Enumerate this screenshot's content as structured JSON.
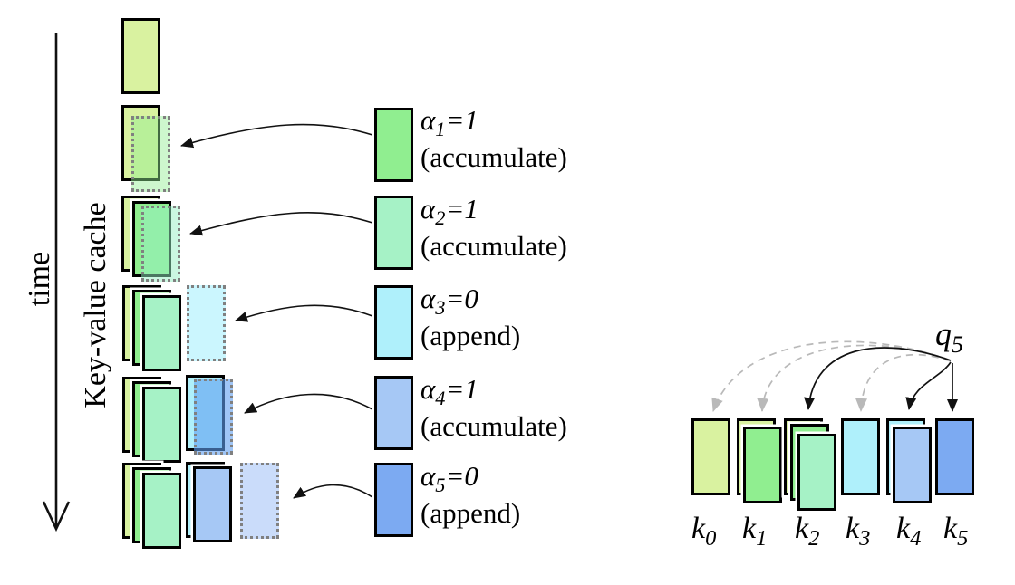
{
  "left": {
    "time_label": "time",
    "cache_label": "Key-value cache"
  },
  "steps": [
    {
      "sym": "α",
      "sub": "1",
      "eq": "=1",
      "mode": "(accumulate)"
    },
    {
      "sym": "α",
      "sub": "2",
      "eq": "=1",
      "mode": "(accumulate)"
    },
    {
      "sym": "α",
      "sub": "3",
      "eq": "=0",
      "mode": "(append)"
    },
    {
      "sym": "α",
      "sub": "4",
      "eq": "=1",
      "mode": "(accumulate)"
    },
    {
      "sym": "α",
      "sub": "5",
      "eq": "=0",
      "mode": "(append)"
    }
  ],
  "query": {
    "sym": "q",
    "sub": "5"
  },
  "keys": [
    {
      "sym": "k",
      "sub": "0"
    },
    {
      "sym": "k",
      "sub": "1"
    },
    {
      "sym": "k",
      "sub": "2"
    },
    {
      "sym": "k",
      "sub": "3"
    },
    {
      "sym": "k",
      "sub": "4"
    },
    {
      "sym": "k",
      "sub": "5"
    }
  ],
  "colors": {
    "yellow_green": "#d9f2a0",
    "green": "#90ee90",
    "mint": "#a6f2c6",
    "cyan": "#aff0fb",
    "light_blue": "#a6c8f5",
    "blue": "#7caaf2",
    "overlay_green": "rgba(144,238,144,0.45)",
    "overlay_mint": "rgba(150,240,195,0.5)",
    "overlay_cyan": "rgba(140,235,252,0.45)",
    "overlay_blue_strong": "rgba(95,158,240,0.6)",
    "overlay_blue_pale": "rgba(150,185,245,0.5)",
    "dotted_border": "#808080",
    "arrow_black": "#111111",
    "arrow_gray": "#b9b9b9"
  }
}
